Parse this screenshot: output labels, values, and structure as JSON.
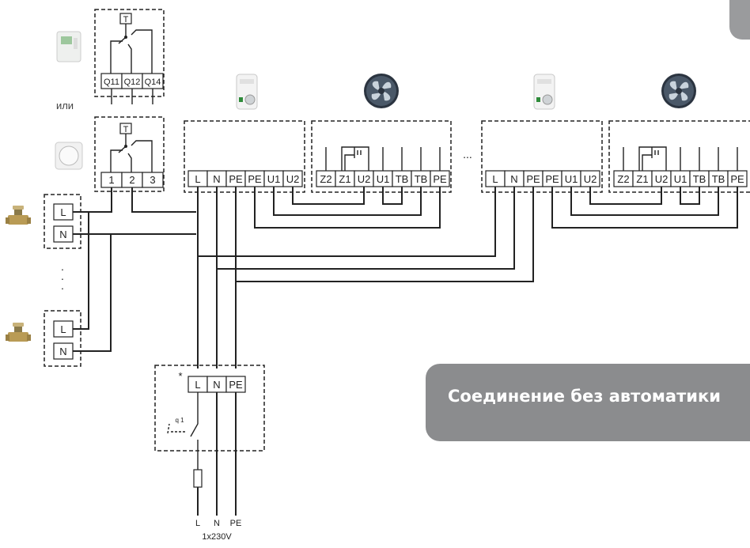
{
  "labels": {
    "or": "или",
    "banner": "Соединение без автоматики",
    "supply": "1x230V",
    "asterisk": "*",
    "ellipsis_h": "...",
    "thermostat_t": "T",
    "q11": "Q11",
    "q12": "Q12",
    "q14": "Q14",
    "t1": "1",
    "t2": "2",
    "t3": "3",
    "L": "L",
    "N": "N",
    "PE": "PE",
    "U1": "U1",
    "U2": "U2",
    "Z1": "Z1",
    "Z2": "Z2",
    "TB": "TB",
    "q1": "q 1"
  },
  "colors": {
    "banner": "#8b8c8e",
    "line": "#222222"
  },
  "icons": [
    "thermostat-digital-icon",
    "thermostat-round-icon",
    "valve-actuator-icon",
    "speed-controller-icon",
    "fan-icon"
  ]
}
